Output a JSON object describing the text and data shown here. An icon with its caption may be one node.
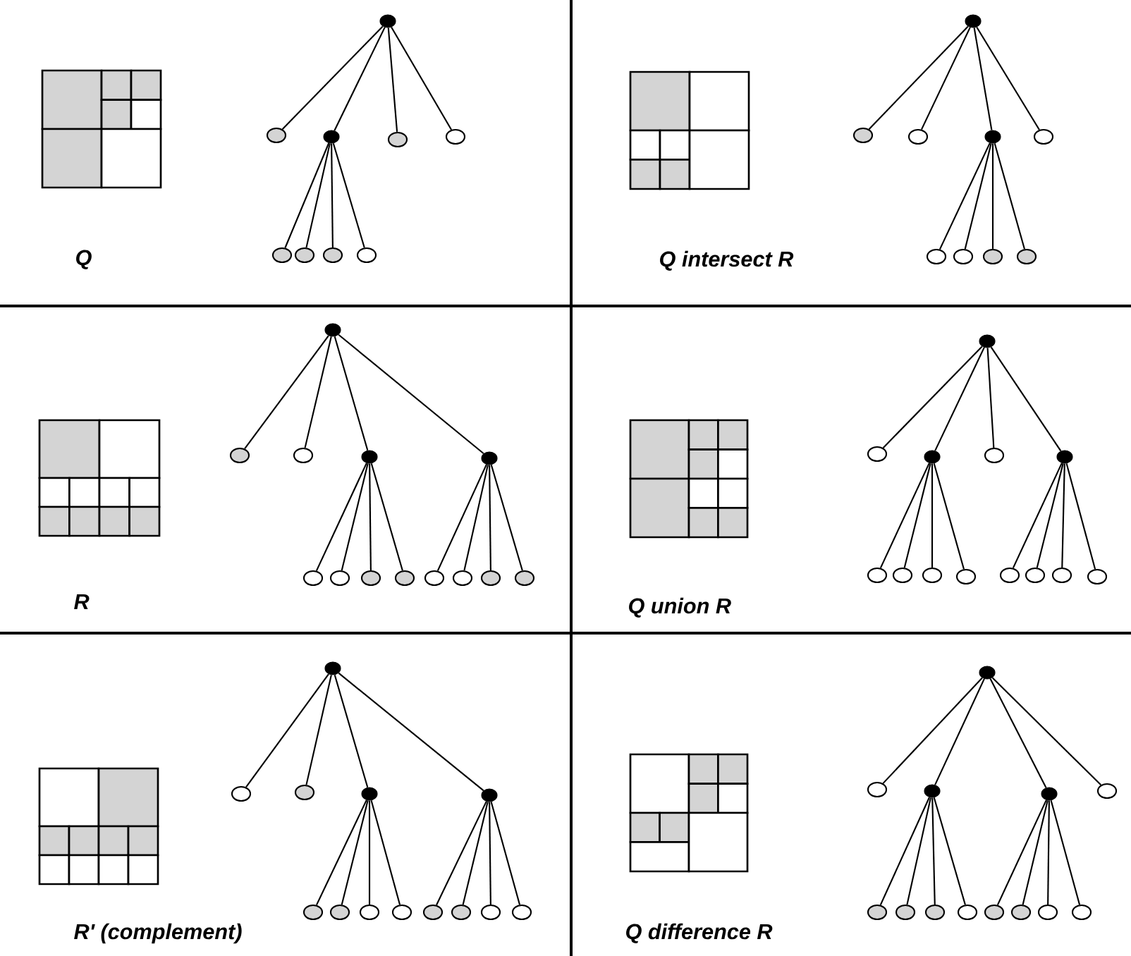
{
  "diagram": {
    "nodes": [
      {
        "text": [],
        "shape": "circle"
      },
      {
        "text": [],
        "shape": "circle"
      },
      {
        "text": [],
        "shape": "circle"
      },
      {
        "text": [],
        "shape": "circle"
      },
      {
        "text": [],
        "shape": "circle"
      },
      {
        "text": [],
        "shape": "circle"
      },
      {
        "text": [],
        "shape": "circle"
      },
      {
        "text": [],
        "shape": "circle"
      },
      {
        "text": [],
        "shape": "circle"
      },
      {
        "text": [],
        "shape": "circle"
      },
      {
        "text": [],
        "shape": "circle"
      },
      {
        "text": [],
        "shape": "circle"
      },
      {
        "text": [],
        "shape": "circle"
      },
      {
        "text": [],
        "shape": "circle"
      },
      {
        "text": [],
        "shape": "circle"
      },
      {
        "text": [],
        "shape": "circle"
      },
      {
        "text": [],
        "shape": "circle"
      },
      {
        "text": [],
        "shape": "circle"
      },
      {
        "text": [],
        "shape": "circle"
      },
      {
        "text": [],
        "shape": "circle"
      },
      {
        "text": [],
        "shape": "circle"
      },
      {
        "text": [],
        "shape": "circle"
      },
      {
        "text": [],
        "shape": "circle"
      },
      {
        "text": [],
        "shape": "circle"
      },
      {
        "text": [],
        "shape": "circle"
      },
      {
        "text": [],
        "shape": "circle"
      },
      {
        "text": [],
        "shape": "circle"
      },
      {
        "text": [],
        "shape": "circle"
      },
      {
        "text": [],
        "shape": "circle"
      },
      {
        "text": [],
        "shape": "circle"
      },
      {
        "text": [],
        "shape": "circle"
      },
      {
        "text": [],
        "shape": "circle"
      },
      {
        "text": [],
        "shape": "circle"
      },
      {
        "text": [],
        "shape": "circle"
      },
      {
        "text": [],
        "shape": "circle"
      },
      {
        "text": [],
        "shape": "circle"
      },
      {
        "text": [],
        "shape": "circle"
      },
      {
        "text": [],
        "shape": "circle"
      },
      {
        "text": [],
        "shape": "circle"
      },
      {
        "text": [],
        "shape": "circle"
      },
      {
        "text": [],
        "shape": "circle"
      },
      {
        "text": [],
        "shape": "circle"
      },
      {
        "text": [],
        "shape": "circle"
      },
      {
        "text": [],
        "shape": "circle"
      },
      {
        "text": [],
        "shape": "circle"
      },
      {
        "text": [],
        "shape": "circle"
      },
      {
        "text": [],
        "shape": "circle"
      },
      {
        "text": [],
        "shape": "circle"
      },
      {
        "text": [],
        "shape": "circle"
      },
      {
        "text": [],
        "shape": "circle"
      },
      {
        "text": [],
        "shape": "circle"
      },
      {
        "text": [],
        "shape": "circle"
      },
      {
        "text": [],
        "shape": "circle"
      },
      {
        "text": [],
        "shape": "circle"
      },
      {
        "text": [],
        "shape": "circle"
      },
      {
        "text": [],
        "shape": "circle"
      },
      {
        "text": [],
        "shape": "circle"
      },
      {
        "text": [],
        "shape": "circle"
      },
      {
        "text": [],
        "shape": "circle"
      },
      {
        "text": [],
        "shape": "circle"
      },
      {
        "text": [],
        "shape": "circle"
      },
      {
        "text": [],
        "shape": "circle"
      },
      {
        "text": [],
        "shape": "circle"
      },
      {
        "text": [],
        "shape": "circle"
      },
      {
        "text": [],
        "shape": "circle"
      },
      {
        "text": [],
        "shape": "circle"
      },
      {
        "text": [],
        "shape": "circle"
      },
      {
        "text": [],
        "shape": "circle"
      },
      {
        "text": [],
        "shape": "circle"
      },
      {
        "text": [],
        "shape": "circle"
      }
    ],
    "edges": [
      {
        "from": 0,
        "to": 1,
        "arrow": "none"
      },
      {
        "from": 0,
        "to": 2,
        "arrow": "none"
      },
      {
        "from": 0,
        "to": 3,
        "arrow": "none"
      },
      {
        "from": 0,
        "to": 4,
        "arrow": "none"
      },
      {
        "from": 2,
        "to": 5,
        "arrow": "none"
      },
      {
        "from": 2,
        "to": 6,
        "arrow": "none"
      },
      {
        "from": 2,
        "to": 7,
        "arrow": "none"
      },
      {
        "from": 2,
        "to": 8,
        "arrow": "none"
      },
      {
        "from": 9,
        "to": 10,
        "arrow": "none"
      },
      {
        "from": 9,
        "to": 11,
        "arrow": "none"
      },
      {
        "from": 9,
        "to": 12,
        "arrow": "none"
      },
      {
        "from": 9,
        "to": 13,
        "arrow": "none"
      },
      {
        "from": 12,
        "to": 14,
        "arrow": "none"
      },
      {
        "from": 12,
        "to": 15,
        "arrow": "none"
      },
      {
        "from": 12,
        "to": 16,
        "arrow": "none"
      },
      {
        "from": 12,
        "to": 17,
        "arrow": "none"
      },
      {
        "from": 18,
        "to": 19,
        "arrow": "none"
      },
      {
        "from": 18,
        "to": 20,
        "arrow": "none"
      },
      {
        "from": 18,
        "to": 21,
        "arrow": "none"
      },
      {
        "from": 18,
        "to": 22,
        "arrow": "none"
      },
      {
        "from": 21,
        "to": 23,
        "arrow": "none"
      },
      {
        "from": 21,
        "to": 24,
        "arrow": "none"
      },
      {
        "from": 21,
        "to": 25,
        "arrow": "none"
      },
      {
        "from": 21,
        "to": 26,
        "arrow": "none"
      },
      {
        "from": 22,
        "to": 27,
        "arrow": "none"
      },
      {
        "from": 22,
        "to": 28,
        "arrow": "none"
      },
      {
        "from": 22,
        "to": 29,
        "arrow": "none"
      },
      {
        "from": 22,
        "to": 30,
        "arrow": "none"
      },
      {
        "from": 31,
        "to": 32,
        "arrow": "none"
      },
      {
        "from": 31,
        "to": 33,
        "arrow": "none"
      },
      {
        "from": 31,
        "to": 34,
        "arrow": "none"
      },
      {
        "from": 31,
        "to": 35,
        "arrow": "none"
      },
      {
        "from": 33,
        "to": 36,
        "arrow": "none"
      },
      {
        "from": 33,
        "to": 37,
        "arrow": "none"
      },
      {
        "from": 33,
        "to": 38,
        "arrow": "none"
      },
      {
        "from": 33,
        "to": 39,
        "arrow": "none"
      },
      {
        "from": 35,
        "to": 40,
        "arrow": "none"
      },
      {
        "from": 35,
        "to": 41,
        "arrow": "none"
      },
      {
        "from": 35,
        "to": 42,
        "arrow": "none"
      },
      {
        "from": 35,
        "to": 43,
        "arrow": "none"
      },
      {
        "from": 44,
        "to": 45,
        "arrow": "none"
      },
      {
        "from": 44,
        "to": 46,
        "arrow": "none"
      },
      {
        "from": 44,
        "to": 47,
        "arrow": "none"
      },
      {
        "from": 44,
        "to": 48,
        "arrow": "none"
      },
      {
        "from": 47,
        "to": 49,
        "arrow": "none"
      },
      {
        "from": 47,
        "to": 50,
        "arrow": "none"
      },
      {
        "from": 47,
        "to": 51,
        "arrow": "none"
      },
      {
        "from": 47,
        "to": 52,
        "arrow": "none"
      },
      {
        "from": 48,
        "to": 53,
        "arrow": "none"
      },
      {
        "from": 48,
        "to": 54,
        "arrow": "none"
      },
      {
        "from": 48,
        "to": 55,
        "arrow": "none"
      },
      {
        "from": 48,
        "to": 56,
        "arrow": "none"
      },
      {
        "from": 57,
        "to": 58,
        "arrow": "none"
      },
      {
        "from": 57,
        "to": 59,
        "arrow": "none"
      },
      {
        "from": 57,
        "to": 60,
        "arrow": "none"
      },
      {
        "from": 57,
        "to": 61,
        "arrow": "none"
      },
      {
        "from": 59,
        "to": 62,
        "arrow": "none"
      },
      {
        "from": 59,
        "to": 63,
        "arrow": "none"
      },
      {
        "from": 59,
        "to": 64,
        "arrow": "none"
      },
      {
        "from": 59,
        "to": 65,
        "arrow": "none"
      },
      {
        "from": 60,
        "to": 66,
        "arrow": "none"
      },
      {
        "from": 60,
        "to": 67,
        "arrow": "none"
      },
      {
        "from": 60,
        "to": 68,
        "arrow": "none"
      },
      {
        "from": 60,
        "to": 69,
        "arrow": "none"
      }
    ],
    "labels": [
      "Q",
      "Q intersect R",
      "R",
      "Q union R",
      "R' (complement)",
      "Q difference R"
    ]
  }
}
